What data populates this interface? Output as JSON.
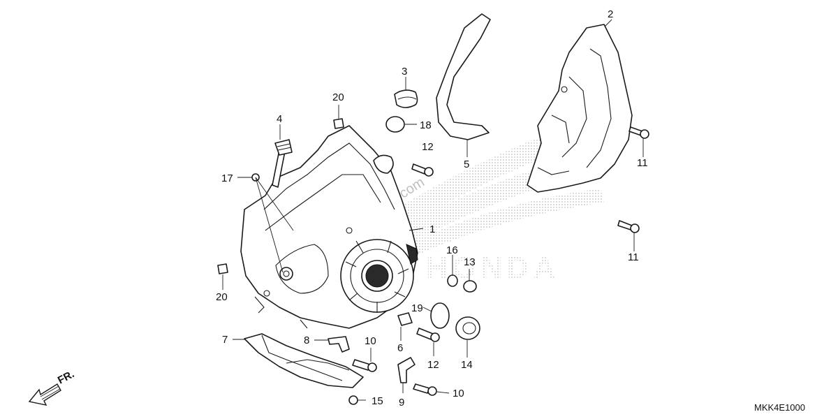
{
  "diagram": {
    "diagram_code": "MKK4E1000",
    "direction_label": "FR.",
    "watermark": [
      "Partzilla.com",
      "HONDA"
    ],
    "callouts": {
      "p1": "1",
      "p2": "2",
      "p3": "3",
      "p4": "4",
      "p5": "5",
      "p6": "6",
      "p7": "7",
      "p8": "8",
      "p9": "9",
      "p10a": "10",
      "p10b": "10",
      "p11a": "11",
      "p11b": "11",
      "p12a": "12",
      "p12b": "12",
      "p13": "13",
      "p14": "14",
      "p15": "15",
      "p16": "16",
      "p17": "17",
      "p18": "18",
      "p19": "19",
      "p20a": "20",
      "p20b": "20"
    }
  }
}
